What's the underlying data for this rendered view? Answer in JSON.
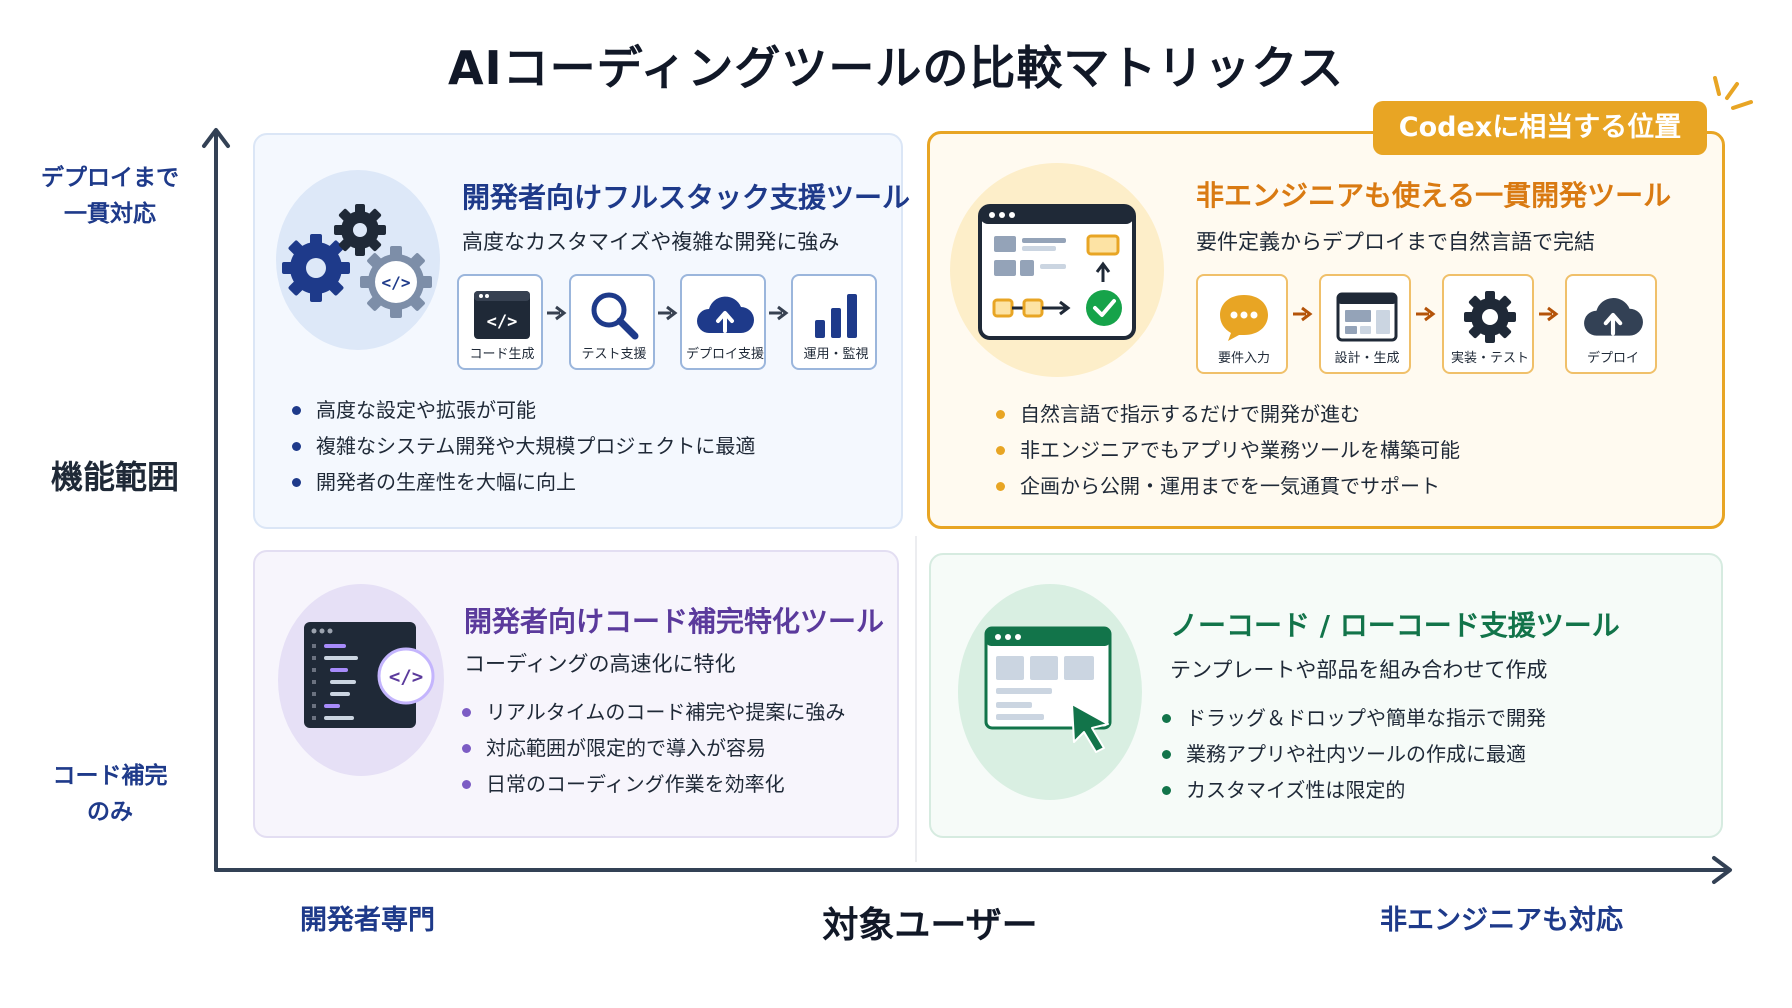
{
  "title": "AIコーディングツールの比較マトリックス",
  "colors": {
    "navy": "#1e3a8a",
    "orange": "#e8a524",
    "purple": "#5b3a9c",
    "green": "#12744a",
    "axis": "#334155"
  },
  "y_axis": {
    "top_label": [
      "デプロイまで",
      "一貫対応"
    ],
    "middle_label": "機能範囲",
    "bottom_label": [
      "コード補完",
      "のみ"
    ]
  },
  "x_axis": {
    "left_label": "開発者専門",
    "middle_label": "対象ユーザー",
    "right_label": "非エンジニアも対応"
  },
  "quadrants": {
    "top_left": {
      "title": "開発者向けフルスタック支援ツール",
      "subtitle": "高度なカスタマイズや複雑な開発に強み",
      "illustration_icon": "gears-code-icon",
      "steps": [
        {
          "label": "コード生成",
          "icon": "code-window-icon"
        },
        {
          "label": "テスト支援",
          "icon": "magnifier-icon"
        },
        {
          "label": "デプロイ支援",
          "icon": "cloud-upload-icon"
        },
        {
          "label": "運用・監視",
          "icon": "bar-chart-icon"
        }
      ],
      "bullets": [
        "高度な設定や拡張が可能",
        "複雑なシステム開発や大規模プロジェクトに最適",
        "開発者の生産性を大幅に向上"
      ]
    },
    "top_right": {
      "badge": "Codexに相当する位置",
      "title": "非エンジニアも使える一貫開発ツール",
      "subtitle": "要件定義からデプロイまで自然言語で完結",
      "illustration_icon": "app-workflow-check-icon",
      "steps": [
        {
          "label": "要件入力",
          "icon": "chat-bubble-icon"
        },
        {
          "label": "設計・生成",
          "icon": "layout-window-icon"
        },
        {
          "label": "実装・テスト",
          "icon": "gear-icon"
        },
        {
          "label": "デプロイ",
          "icon": "cloud-upload-icon"
        }
      ],
      "bullets": [
        "自然言語で指示するだけで開発が進む",
        "非エンジニアでもアプリや業務ツールを構築可能",
        "企画から公開・運用までを一気通貫でサポート"
      ]
    },
    "bottom_left": {
      "title": "開発者向けコード補完特化ツール",
      "subtitle": "コーディングの高速化に特化",
      "illustration_icon": "code-editor-icon",
      "bullets": [
        "リアルタイムのコード補完や提案に強み",
        "対応範囲が限定的で導入が容易",
        "日常のコーディング作業を効率化"
      ]
    },
    "bottom_right": {
      "title": "ノーコード / ローコード支援ツール",
      "subtitle": "テンプレートや部品を組み合わせて作成",
      "illustration_icon": "app-window-cursor-icon",
      "bullets": [
        "ドラッグ＆ドロップや簡単な指示で開発",
        "業務アプリや社内ツールの作成に最適",
        "カスタマイズ性は限定的"
      ]
    }
  }
}
